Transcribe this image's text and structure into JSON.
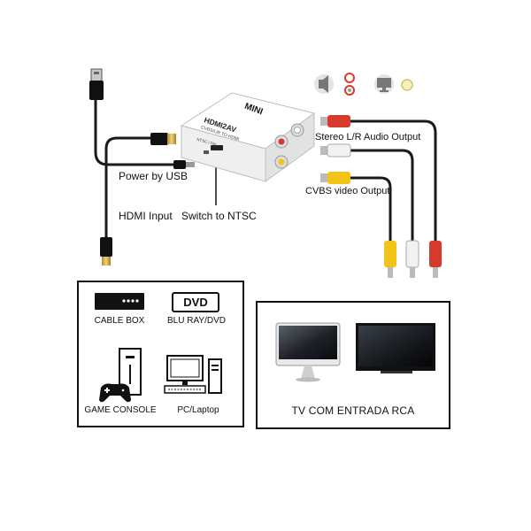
{
  "device": {
    "top_label": "MINI",
    "face_label": "HDMI2AV",
    "face_sublabel": "CVBS/L/R TO HDMI",
    "switch_label": "NTSC / PAL"
  },
  "labels": {
    "power": "Power by USB",
    "hdmi_input": "HDMI Input",
    "switch": "Switch to NTSC",
    "audio_output": "Stereo L/R Audio Output",
    "video_output": "CVBS video Output"
  },
  "sources": {
    "cable_box": "CABLE BOX",
    "dvd_badge": "DVD",
    "bluray": "BLU RAY/DVD",
    "game_console": "GAME CONSOLE",
    "pc": "PC/Laptop"
  },
  "destination": {
    "tv_caption": "TV COM ENTRADA RCA"
  },
  "colors": {
    "rca_red": "#d63a2c",
    "rca_white": "#f2f2f2",
    "rca_yellow": "#f2c418",
    "cable": "#1a1a1a",
    "device_body": "#f4f4f4"
  }
}
